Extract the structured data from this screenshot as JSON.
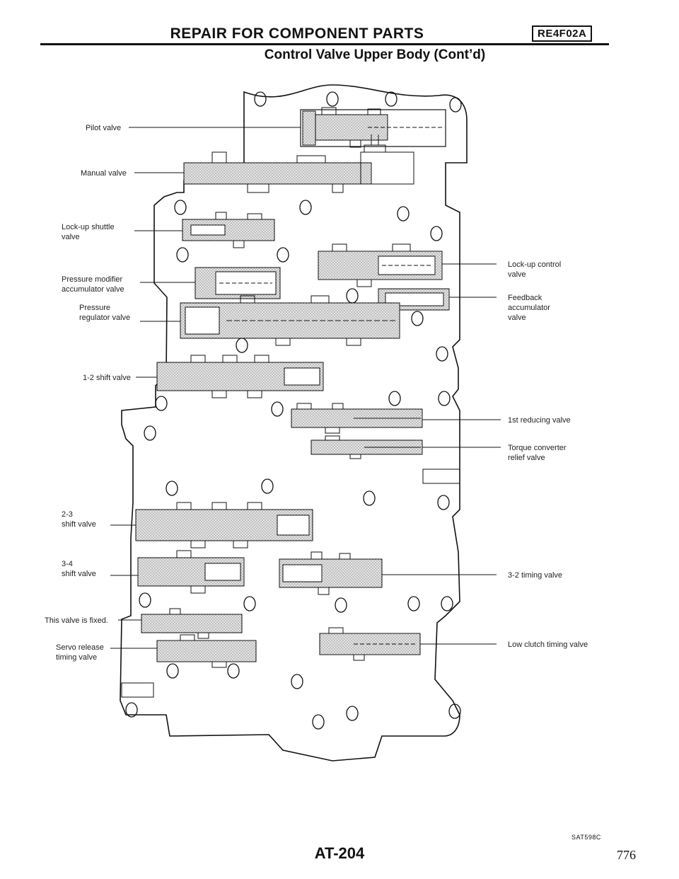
{
  "header": {
    "title": "REPAIR FOR COMPONENT PARTS",
    "badge": "RE4F02A",
    "subtitle": "Control Valve Upper Body (Cont’d)"
  },
  "labels": {
    "pilot_valve": "Pilot valve",
    "manual_valve": "Manual valve",
    "lockup_shuttle_1": "Lock-up shuttle",
    "lockup_shuttle_2": "valve",
    "pressure_modifier_1": "Pressure modifier",
    "pressure_modifier_2": "accumulator valve",
    "pressure_regulator_1": "Pressure",
    "pressure_regulator_2": "regulator valve",
    "shift_12": "1-2 shift valve",
    "shift_23_1": "2-3",
    "shift_23_2": "shift valve",
    "shift_34_1": "3-4",
    "shift_34_2": "shift valve",
    "fixed_valve": "This valve is fixed.",
    "servo_release_1": "Servo release",
    "servo_release_2": "timing valve",
    "lockup_control_1": "Lock-up control",
    "lockup_control_2": "valve",
    "feedback_1": "Feedback",
    "feedback_2": "accumulator",
    "feedback_3": "valve",
    "reducing_1st": "1st reducing valve",
    "torque_conv_1": "Torque converter",
    "torque_conv_2": "relief valve",
    "timing_32": "3-2 timing valve",
    "low_clutch": "Low clutch timing valve"
  },
  "footer": {
    "ref_code": "SAT598C",
    "page_id": "AT-204",
    "page_number": "776"
  },
  "colors": {
    "ink": "#111111",
    "valve_fill": "#d9d9d9"
  }
}
